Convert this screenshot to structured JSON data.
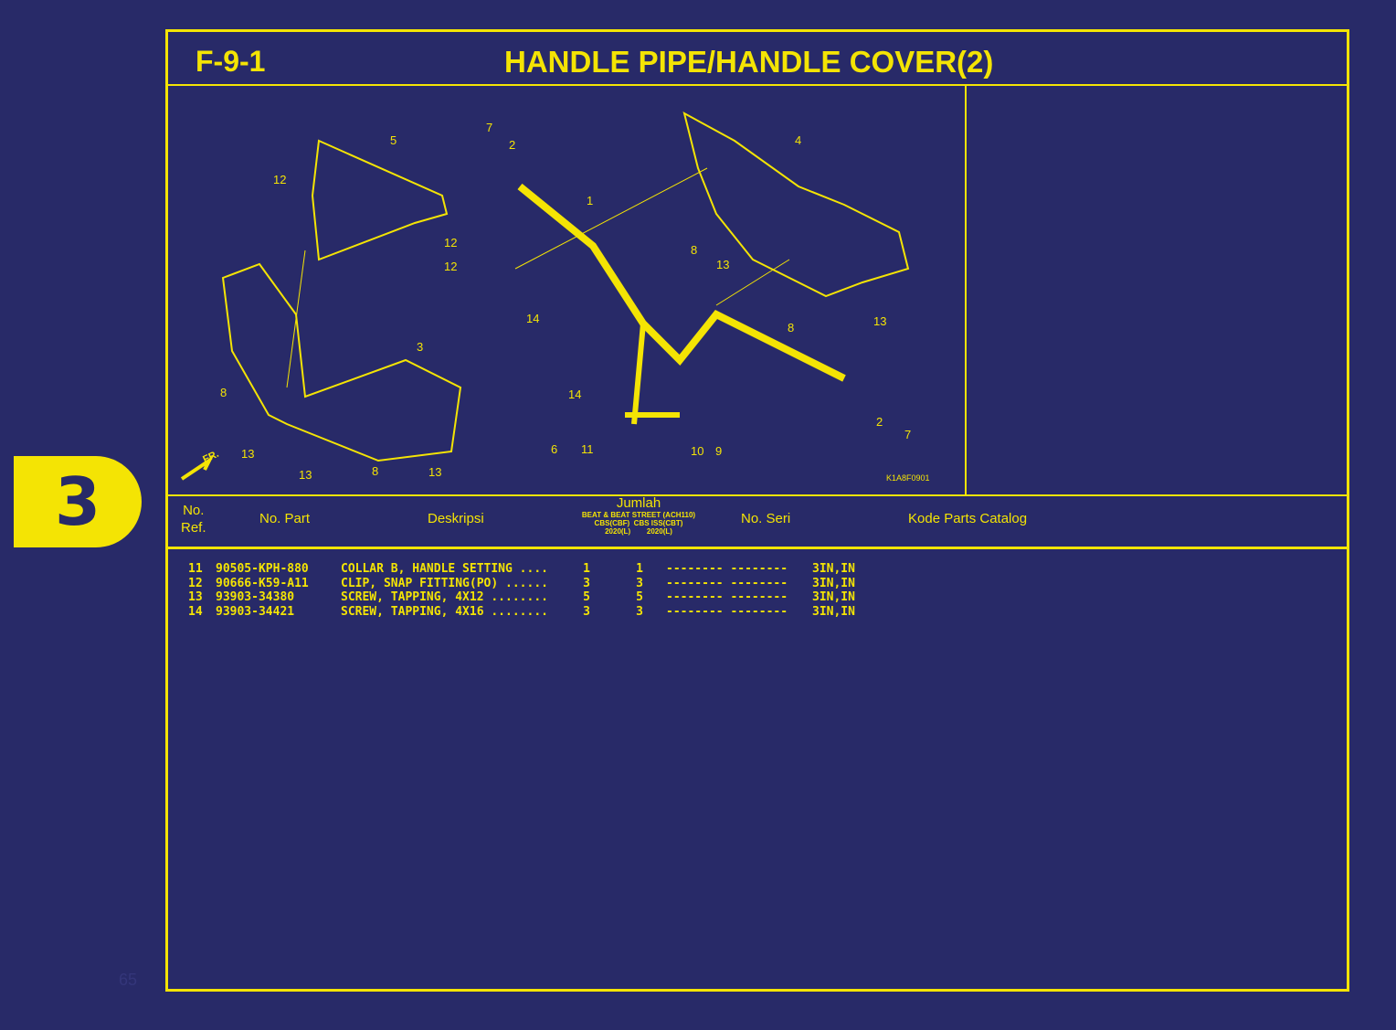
{
  "header": {
    "code": "F-9-1",
    "title": "HANDLE PIPE/HANDLE COVER(2)"
  },
  "section_tab": "3",
  "page_number": "65",
  "diagram": {
    "ref_code": "K1A8F0901",
    "front_label": "FR.",
    "callouts": [
      "1",
      "2",
      "2",
      "3",
      "4",
      "5",
      "6",
      "7",
      "7",
      "8",
      "8",
      "8",
      "8",
      "9",
      "10",
      "11",
      "12",
      "12",
      "12",
      "13",
      "13",
      "13",
      "13",
      "13",
      "14",
      "14"
    ]
  },
  "table": {
    "headers": {
      "ref": "No.\nRef.",
      "ref1": "No.",
      "ref2": "Ref.",
      "part": "No. Part",
      "desc": "Deskripsi",
      "qty": "Jumlah",
      "qty_model": "BEAT & BEAT STREET (ACH110)",
      "qty_col1": "CBS(CBF)",
      "qty_col2": "CBS ISS(CBT)",
      "qty_year1": "2020(L)",
      "qty_year2": "2020(L)",
      "serial": "No. Seri",
      "catalog": "Kode Parts Catalog"
    },
    "rows": [
      {
        "ref": "11",
        "part": "90505-KPH-880",
        "desc": "COLLAR B, HANDLE SETTING ....",
        "q1": "1",
        "q2": "1",
        "serial": "-------- --------",
        "catalog": "3IN,IN"
      },
      {
        "ref": "12",
        "part": "90666-K59-A11",
        "desc": "CLIP, SNAP FITTING(PO) ......",
        "q1": "3",
        "q2": "3",
        "serial": "-------- --------",
        "catalog": "3IN,IN"
      },
      {
        "ref": "13",
        "part": "93903-34380",
        "desc": "SCREW, TAPPING, 4X12 ........",
        "q1": "5",
        "q2": "5",
        "serial": "-------- --------",
        "catalog": "3IN,IN"
      },
      {
        "ref": "14",
        "part": "93903-34421",
        "desc": "SCREW, TAPPING, 4X16 ........",
        "q1": "3",
        "q2": "3",
        "serial": "-------- --------",
        "catalog": "3IN,IN"
      }
    ]
  },
  "colors": {
    "background": "#282a68",
    "accent": "#f4e404"
  }
}
